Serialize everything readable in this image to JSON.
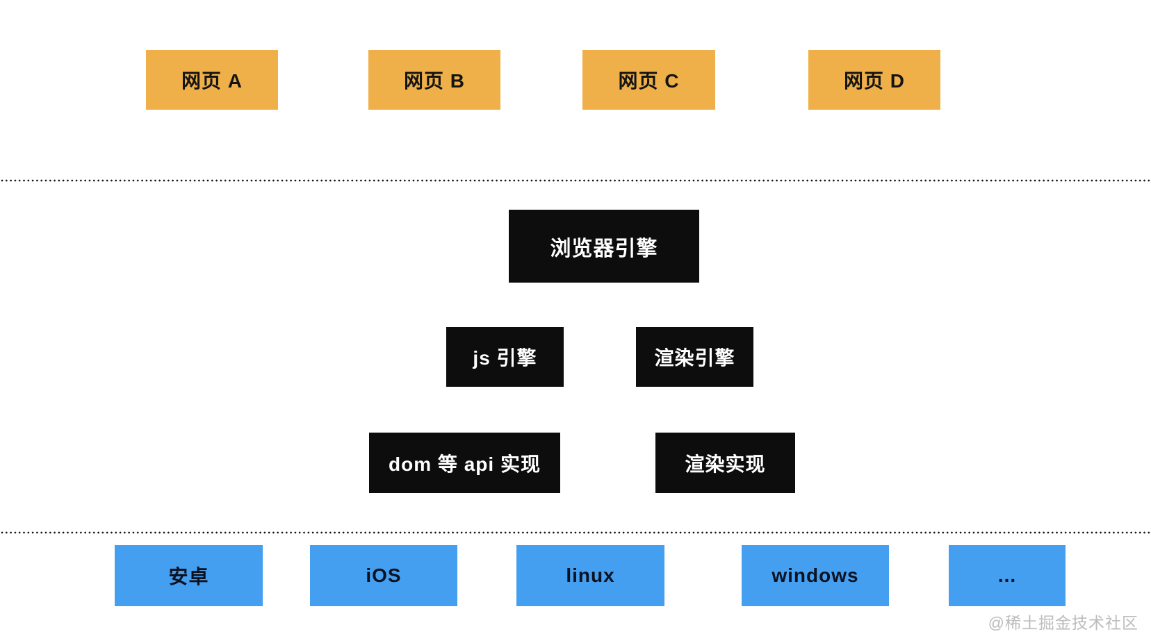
{
  "diagram": {
    "web_pages": [
      {
        "label": "网页 A"
      },
      {
        "label": "网页 B"
      },
      {
        "label": "网页 C"
      },
      {
        "label": "网页 D"
      }
    ],
    "browser_engine": {
      "label": "浏览器引擎"
    },
    "engines": [
      {
        "label": "js 引擎"
      },
      {
        "label": "渲染引擎"
      }
    ],
    "implementations": [
      {
        "label": "dom 等 api 实现"
      },
      {
        "label": "渲染实现"
      }
    ],
    "platforms": [
      {
        "label": "安卓"
      },
      {
        "label": "iOS"
      },
      {
        "label": "linux"
      },
      {
        "label": "windows"
      },
      {
        "label": "..."
      }
    ],
    "watermark": "@稀土掘金技术社区",
    "colors": {
      "webpage_box": "#efb04a",
      "webpage_text": "#141414",
      "engine_box": "#0d0d0d",
      "engine_text": "#ffffff",
      "platform_box": "#459ff0",
      "platform_text": "#0c1220",
      "dotted_line": "#111111",
      "watermark_text": "#bcbcbc"
    }
  }
}
